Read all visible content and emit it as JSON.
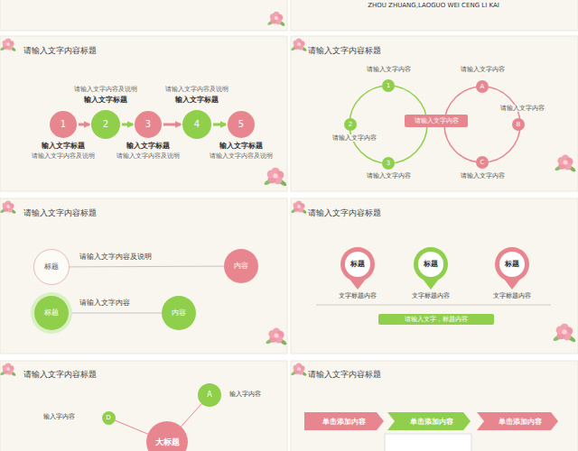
{
  "diagram": {
    "nodes": [
      {
        "text": [
          "1"
        ]
      },
      {
        "text": [
          "2"
        ]
      },
      {
        "text": [
          "3"
        ]
      },
      {
        "text": [
          "4"
        ]
      },
      {
        "text": [
          "5"
        ]
      },
      {
        "text": [
          "1"
        ]
      },
      {
        "text": [
          "2"
        ]
      },
      {
        "text": [
          "3"
        ]
      },
      {
        "text": [
          "请输入文字内容"
        ]
      },
      {
        "text": [
          "A"
        ]
      },
      {
        "text": [
          "B"
        ]
      },
      {
        "text": [
          "C"
        ]
      },
      {
        "text": [
          "标题"
        ]
      },
      {
        "text": [
          "内容"
        ]
      },
      {
        "text": [
          "标题"
        ]
      },
      {
        "text": [
          "内容"
        ]
      },
      {
        "text": [
          "标题"
        ]
      },
      {
        "text": [
          "标题"
        ]
      },
      {
        "text": [
          "标题"
        ]
      },
      {
        "text": [
          "请输入文字，标题内容"
        ]
      },
      {
        "text": [
          "A"
        ]
      },
      {
        "text": [
          "D"
        ]
      },
      {
        "text": [
          "大标题"
        ]
      },
      {
        "text": [
          "单击添加内容"
        ]
      },
      {
        "text": [
          "单击添加内容"
        ]
      },
      {
        "text": [
          "单击添加内容"
        ]
      }
    ],
    "edges": [
      {
        "from": 0,
        "to": 1,
        "arrow": "to"
      },
      {
        "from": 1,
        "to": 2,
        "arrow": "to"
      },
      {
        "from": 2,
        "to": 3,
        "arrow": "to"
      },
      {
        "from": 3,
        "to": 4,
        "arrow": "to"
      },
      {
        "from": 13,
        "to": 12,
        "arrow": "none"
      },
      {
        "from": 15,
        "to": 14,
        "arrow": "none"
      },
      {
        "from": 22,
        "to": 20,
        "arrow": "none"
      },
      {
        "from": 22,
        "to": 21,
        "arrow": "none"
      }
    ],
    "labels": [
      "ZHOU ZHUANG,LAOGUO WEI CENG LI KAI",
      "请输入文字内容标题",
      "请输入文字内容标题",
      "请输入文字内容标题",
      "请输入文字内容标题",
      "请输入文字内容标题",
      "请输入文字内容标题",
      "请输入文字内容及说明",
      "输入文字标题",
      "请输入文字内容及说明",
      "输入文字标题",
      "输入文字标题",
      "请输入文字内容及说明",
      "输入文字标题",
      "请输入文字内容及说明",
      "输入文字标题",
      "请输入文字内容及说明",
      "请输入文字内容",
      "请输入文字内容",
      "请输入文字内容",
      "请输入文字内容",
      "请输入文字内容",
      "请输入文字内容",
      "请输入文字内容及说明",
      "请输入文字内容",
      "文字标题内容",
      "文字标题内容",
      "文字标题内容",
      "输入字内容",
      "输入字内容"
    ]
  }
}
